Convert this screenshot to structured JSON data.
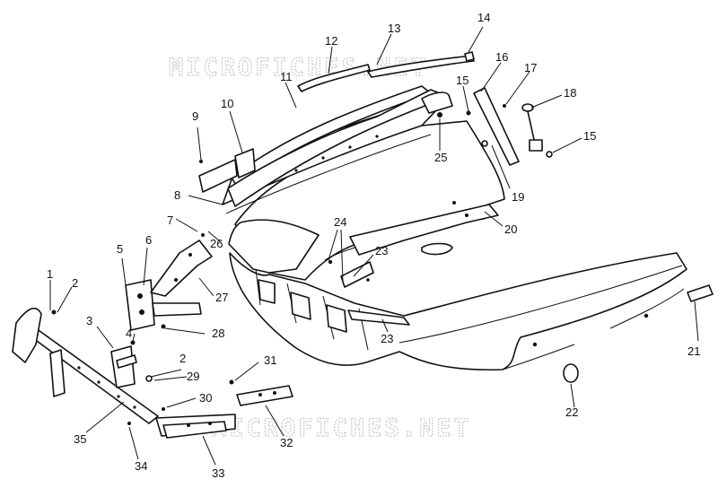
{
  "watermarks": {
    "top": "MICROFICHES.NET",
    "bottom": "MICROFICHES.NET"
  },
  "callouts": [
    "1",
    "2",
    "3",
    "4",
    "5",
    "6",
    "7",
    "8",
    "9",
    "10",
    "11",
    "12",
    "13",
    "14",
    "15",
    "16",
    "17",
    "18",
    "19",
    "20",
    "21",
    "22",
    "23",
    "24",
    "25",
    "26",
    "27",
    "28",
    "29",
    "30",
    "31",
    "32",
    "33",
    "34",
    "35"
  ],
  "callouts_repeat": {
    "2_b": "2",
    "15_b": "15",
    "23_b": "23"
  }
}
